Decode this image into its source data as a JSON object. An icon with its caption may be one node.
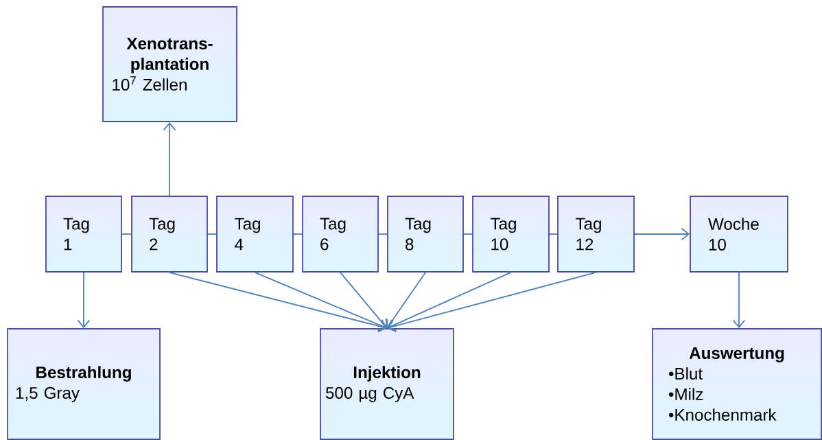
{
  "diagram": {
    "nodes": [
      {
        "text": [
          "Xenotrans- plantation",
          "10$^{7}$ Zellen"
        ]
      },
      {
        "text": [
          "Tag 1"
        ]
      },
      {
        "text": [
          "Tag 2"
        ]
      },
      {
        "text": [
          "Tag 4"
        ]
      },
      {
        "text": [
          "Tag 6"
        ]
      },
      {
        "text": [
          "Tag 8"
        ]
      },
      {
        "text": [
          "Tag 10"
        ]
      },
      {
        "text": [
          "Tag 12"
        ]
      },
      {
        "text": [
          "Woche 10"
        ]
      },
      {
        "text": [
          "Bestrahlung",
          "1,5 Gray"
        ]
      },
      {
        "text": [
          "Injektion",
          "500 µg CyA"
        ]
      },
      {
        "text": [
          "Auswertung",
          "•Blut",
          "•Milz",
          "•Knochenmark"
        ]
      }
    ],
    "edges": [
      {
        "from": 1,
        "to": 2,
        "arrow": "none"
      },
      {
        "from": 2,
        "to": 3,
        "arrow": "none"
      },
      {
        "from": 3,
        "to": 4,
        "arrow": "none"
      },
      {
        "from": 4,
        "to": 5,
        "arrow": "none"
      },
      {
        "from": 5,
        "to": 6,
        "arrow": "none"
      },
      {
        "from": 6,
        "to": 7,
        "arrow": "none"
      },
      {
        "from": 7,
        "to": 8,
        "arrow": "to"
      },
      {
        "from": 2,
        "to": 0,
        "arrow": "to"
      },
      {
        "from": 1,
        "to": 9,
        "arrow": "to"
      },
      {
        "from": 2,
        "to": 10,
        "arrow": "to"
      },
      {
        "from": 3,
        "to": 10,
        "arrow": "to"
      },
      {
        "from": 4,
        "to": 10,
        "arrow": "to"
      },
      {
        "from": 5,
        "to": 10,
        "arrow": "to"
      },
      {
        "from": 6,
        "to": 10,
        "arrow": "to"
      },
      {
        "from": 7,
        "to": 10,
        "arrow": "to"
      },
      {
        "from": 8,
        "to": 11,
        "arrow": "to"
      }
    ]
  }
}
